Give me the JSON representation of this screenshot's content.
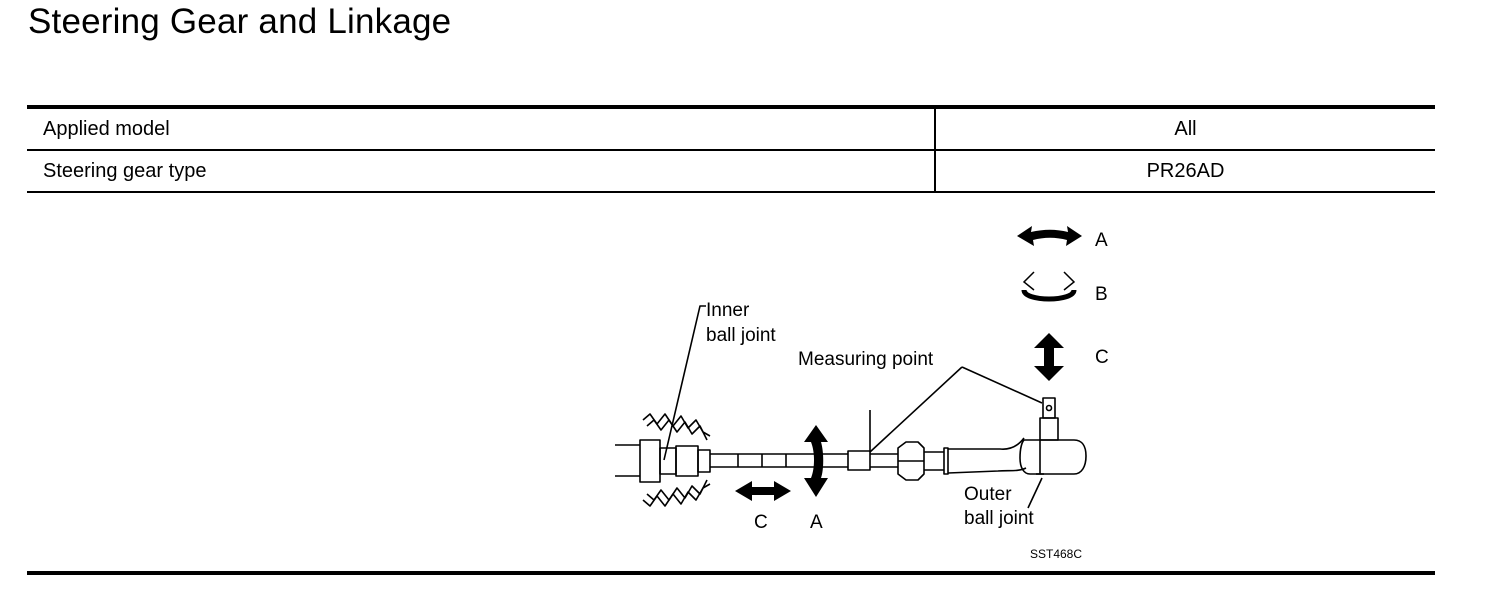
{
  "page": {
    "title": "Steering Gear and Linkage"
  },
  "spec_table": {
    "rows": [
      {
        "label": "Applied model",
        "value": "All"
      },
      {
        "label": "Steering gear type",
        "value": "PR26AD"
      }
    ]
  },
  "figure": {
    "labels": {
      "inner_ball_joint_line1": "Inner",
      "inner_ball_joint_line2": "ball joint",
      "measuring_point": "Measuring point",
      "outer_ball_joint_line1": "Outer",
      "outer_ball_joint_line2": "ball joint",
      "legend_a": "A",
      "legend_b": "B",
      "legend_c": "C",
      "motion_c": "C",
      "motion_a": "A"
    },
    "figure_code": "SST468C",
    "icons": [
      "curved-double-arrow-icon",
      "rotation-arrows-icon",
      "vertical-double-arrow-icon",
      "horizontal-double-arrow-icon"
    ]
  }
}
